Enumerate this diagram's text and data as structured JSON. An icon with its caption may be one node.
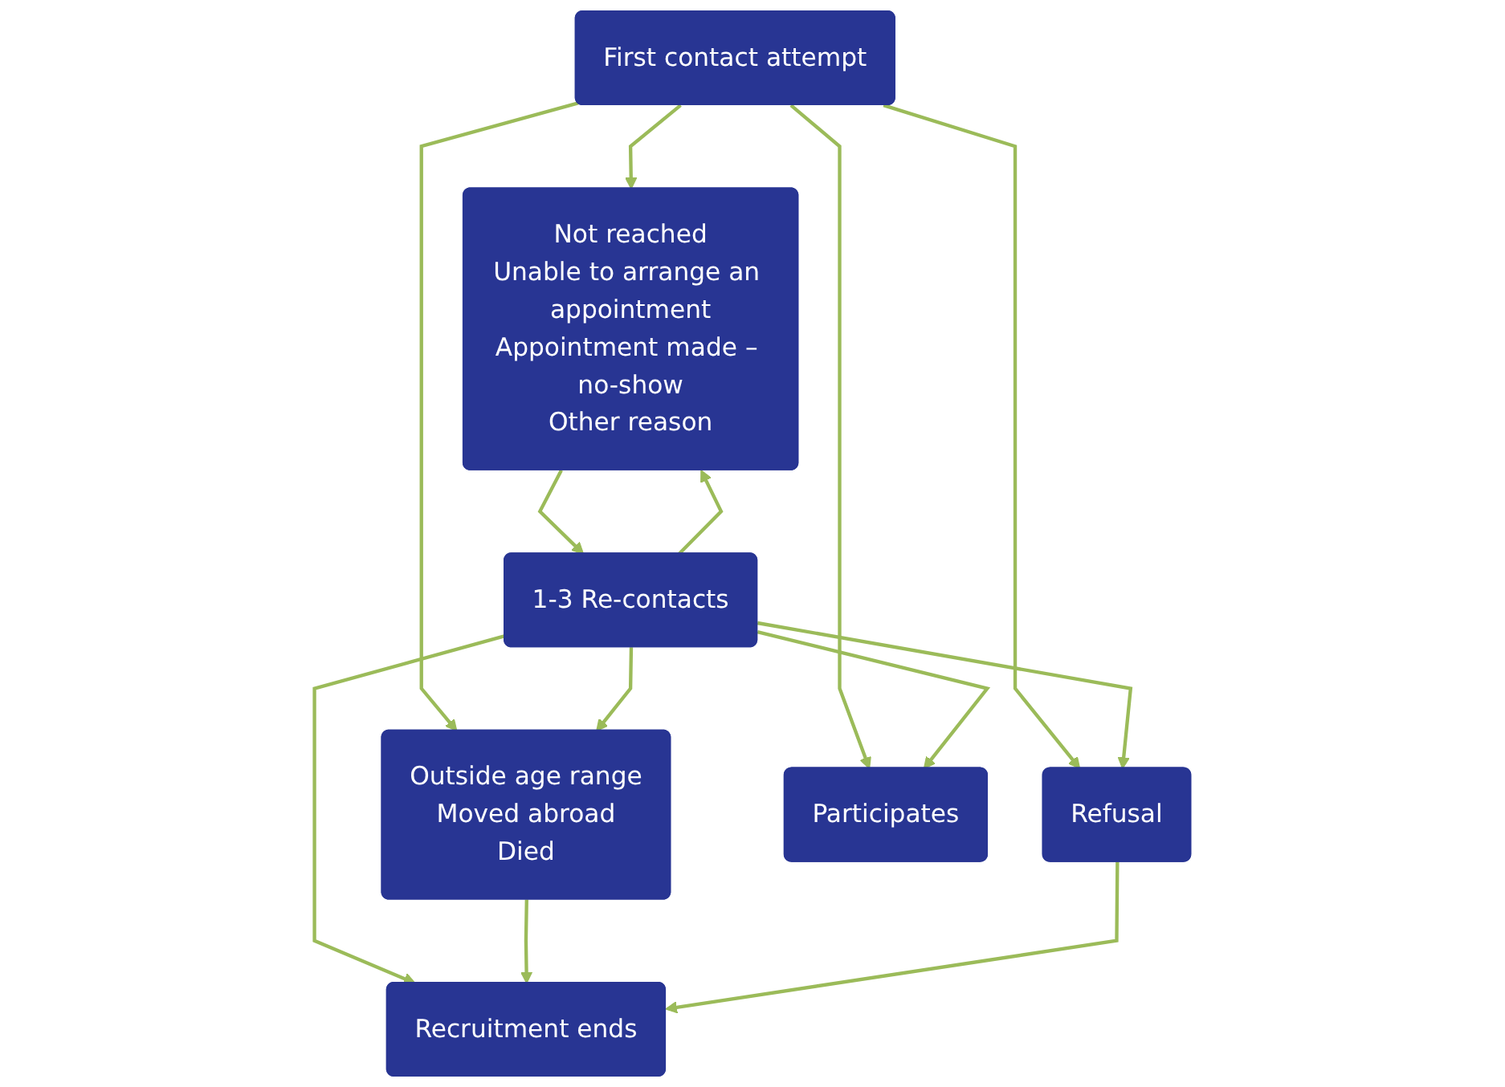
{
  "diagram": {
    "nodes": [
      {
        "text": [
          "First contact attempt"
        ]
      },
      {
        "text": [
          "Not reached",
          "Unable to arrange an appointment",
          "Appointment made – no-show",
          "Other reason"
        ]
      },
      {
        "text": [
          "Outside age range",
          "Moved abroad",
          "Died"
        ]
      },
      {
        "text": [
          "Refusal"
        ]
      },
      {
        "text": [
          "1-3 Re-contacts"
        ]
      },
      {
        "text": [
          "Participates"
        ]
      },
      {
        "text": [
          "Recruitment ends"
        ]
      }
    ],
    "edges": [
      {
        "from": 0,
        "to": 5,
        "arrow": "to"
      },
      {
        "from": 0,
        "to": 1,
        "arrow": "to"
      },
      {
        "from": 0,
        "to": 2,
        "arrow": "to"
      },
      {
        "from": 0,
        "to": 3,
        "arrow": "to"
      },
      {
        "from": 1,
        "to": 4,
        "arrow": "to"
      },
      {
        "from": 4,
        "to": 1,
        "arrow": "to"
      },
      {
        "from": 4,
        "to": 2,
        "arrow": "to"
      },
      {
        "from": 4,
        "to": 3,
        "arrow": "to"
      },
      {
        "from": 4,
        "to": 5,
        "arrow": "to"
      },
      {
        "from": 4,
        "to": 6,
        "arrow": "to"
      },
      {
        "from": 2,
        "to": 6,
        "arrow": "to"
      },
      {
        "from": 3,
        "to": 6,
        "arrow": "to"
      }
    ]
  }
}
